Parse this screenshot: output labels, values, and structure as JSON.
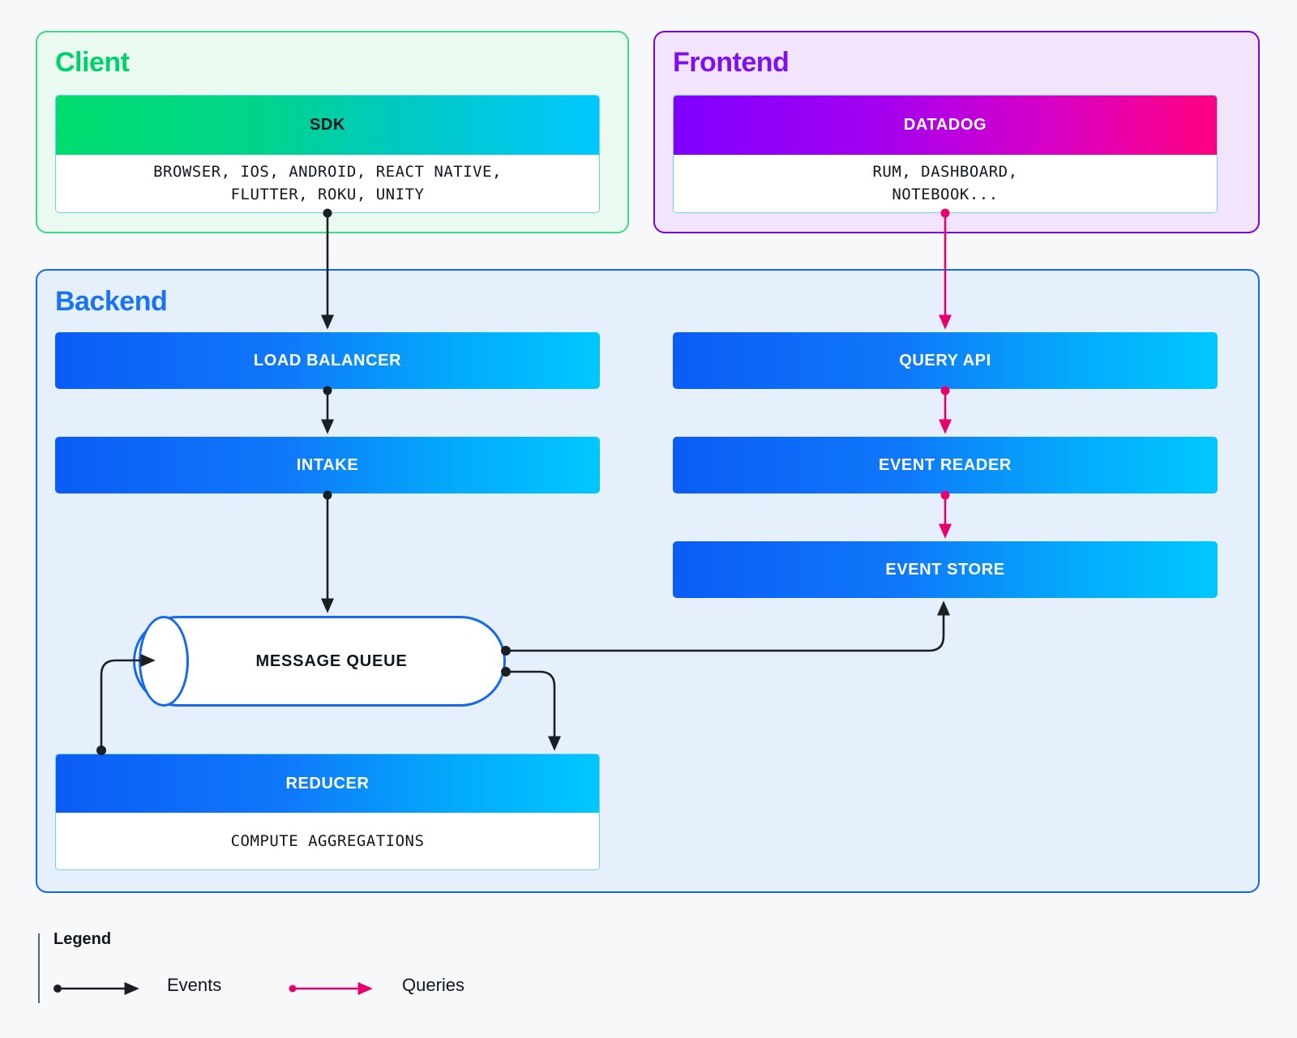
{
  "groups": {
    "client": {
      "title": "Client"
    },
    "frontend": {
      "title": "Frontend"
    },
    "backend": {
      "title": "Backend"
    }
  },
  "nodes": {
    "sdk": {
      "title": "SDK",
      "subtitle": "BROWSER, IOS, ANDROID, REACT NATIVE,\nFLUTTER, ROKU, UNITY"
    },
    "datadog": {
      "title": "DATADOG",
      "subtitle": "RUM, DASHBOARD,\nNOTEBOOK..."
    },
    "load_balancer": {
      "title": "LOAD BALANCER"
    },
    "intake": {
      "title": "INTAKE"
    },
    "message_queue": {
      "title": "MESSAGE QUEUE"
    },
    "reducer": {
      "title": "REDUCER",
      "subtitle": "COMPUTE AGGREGATIONS"
    },
    "query_api": {
      "title": "QUERY API"
    },
    "event_reader": {
      "title": "EVENT READER"
    },
    "event_store": {
      "title": "EVENT STORE"
    }
  },
  "legend": {
    "title": "Legend",
    "items": [
      {
        "label": "Events",
        "color": "#1b1f24"
      },
      {
        "label": "Queries",
        "color": "#e8006f"
      }
    ]
  },
  "edges": [
    {
      "name": "sdk-to-load-balancer",
      "from": "sdk",
      "to": "load_balancer",
      "kind": "events"
    },
    {
      "name": "load-balancer-to-intake",
      "from": "load_balancer",
      "to": "intake",
      "kind": "events"
    },
    {
      "name": "intake-to-message-queue",
      "from": "intake",
      "to": "message_queue",
      "kind": "events"
    },
    {
      "name": "message-queue-to-event-store",
      "from": "message_queue",
      "to": "event_store",
      "kind": "events"
    },
    {
      "name": "message-queue-to-reducer",
      "from": "message_queue",
      "to": "reducer",
      "kind": "events"
    },
    {
      "name": "reducer-to-message-queue",
      "from": "reducer",
      "to": "message_queue",
      "kind": "events"
    },
    {
      "name": "datadog-to-query-api",
      "from": "datadog",
      "to": "query_api",
      "kind": "queries"
    },
    {
      "name": "query-api-to-event-reader",
      "from": "query_api",
      "to": "event_reader",
      "kind": "queries"
    },
    {
      "name": "event-reader-to-event-store",
      "from": "event_reader",
      "to": "event_store",
      "kind": "queries"
    }
  ],
  "colors": {
    "events": "#1b1f24",
    "queries": "#e8006f",
    "client_accent": "#00d26a",
    "frontend_accent": "#7f0ff0",
    "backend_accent": "#1a73f0",
    "page_background": "#f6f8fa"
  }
}
